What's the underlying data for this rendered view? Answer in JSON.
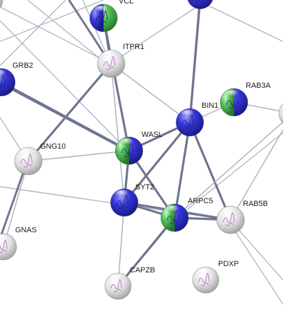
{
  "network": {
    "node_colors": {
      "blue": "#3333cc",
      "green": "#4caf50",
      "gray": "#d6d6d6"
    },
    "edge_colors": {
      "strong": "#6e7590",
      "weak": "#aeb2be"
    },
    "nodes": [
      {
        "id": "VCL",
        "label": "VCL",
        "fill": "blue-green"
      },
      {
        "id": "ITPR1",
        "label": "ITPR1",
        "fill": "gray"
      },
      {
        "id": "GRB2",
        "label": "GRB2",
        "fill": "blue"
      },
      {
        "id": "RAB3A",
        "label": "RAB3A",
        "fill": "green-blue"
      },
      {
        "id": "BIN1",
        "label": "BIN1",
        "fill": "blue"
      },
      {
        "id": "WASL",
        "label": "WASL",
        "fill": "green-blue"
      },
      {
        "id": "GNG10",
        "label": "GNG10",
        "fill": "gray"
      },
      {
        "id": "SYT2",
        "label": "SYT2",
        "fill": "blue"
      },
      {
        "id": "ARPC5",
        "label": "ARPC5",
        "fill": "green-blue"
      },
      {
        "id": "RAB5B",
        "label": "RAB5B",
        "fill": "gray"
      },
      {
        "id": "GNAS",
        "label": "GNAS",
        "fill": "gray"
      },
      {
        "id": "CAPZB",
        "label": "CAPZB",
        "fill": "gray"
      },
      {
        "id": "PDXP",
        "label": "PDXP",
        "fill": "gray"
      },
      {
        "id": "TOP_BLUE",
        "label": "",
        "fill": "blue"
      },
      {
        "id": "RIGHT_GRAY",
        "label": "",
        "fill": "gray"
      },
      {
        "id": "TOP_LEFT_GRAY",
        "label": "",
        "fill": "gray"
      }
    ],
    "edges": [
      {
        "from": "VCL",
        "to": "ITPR1",
        "weight": "strong"
      },
      {
        "from": "ITPR1",
        "to": "GNG10",
        "weight": "strong"
      },
      {
        "from": "ITPR1",
        "to": "BIN1",
        "weight": "weak"
      },
      {
        "from": "ITPR1",
        "to": "SYT2",
        "weight": "weak"
      },
      {
        "from": "GRB2",
        "to": "WASL",
        "weight": "strong"
      },
      {
        "from": "WASL",
        "to": "BIN1",
        "weight": "strong"
      },
      {
        "from": "WASL",
        "to": "ARPC5",
        "weight": "strong"
      },
      {
        "from": "WASL",
        "to": "SYT2",
        "weight": "strong"
      },
      {
        "from": "WASL",
        "to": "GNG10",
        "weight": "weak"
      },
      {
        "from": "BIN1",
        "to": "SYT2",
        "weight": "strong"
      },
      {
        "from": "BIN1",
        "to": "ARPC5",
        "weight": "strong"
      },
      {
        "from": "BIN1",
        "to": "RAB5B",
        "weight": "strong"
      },
      {
        "from": "BIN1",
        "to": "RAB3A",
        "weight": "weak"
      },
      {
        "from": "SYT2",
        "to": "ARPC5",
        "weight": "strong"
      },
      {
        "from": "SYT2",
        "to": "RAB5B",
        "weight": "strong"
      },
      {
        "from": "SYT2",
        "to": "CAPZB",
        "weight": "weak"
      },
      {
        "from": "ARPC5",
        "to": "RAB5B",
        "weight": "strong"
      },
      {
        "from": "ARPC5",
        "to": "CAPZB",
        "weight": "strong"
      },
      {
        "from": "ARPC5",
        "to": "RIGHT_GRAY",
        "weight": "weak"
      },
      {
        "from": "RAB3A",
        "to": "RIGHT_GRAY",
        "weight": "weak"
      },
      {
        "from": "RAB5B",
        "to": "RIGHT_GRAY",
        "weight": "weak"
      },
      {
        "from": "GNG10",
        "to": "GNAS",
        "weight": "weak"
      },
      {
        "from": "TOP_BLUE",
        "to": "BIN1",
        "weight": "strong"
      },
      {
        "from": "VCL",
        "to": "WASL",
        "weight": "strong"
      },
      {
        "from": "GRB2",
        "to": "TOP_LEFT_GRAY",
        "weight": "weak"
      }
    ]
  }
}
